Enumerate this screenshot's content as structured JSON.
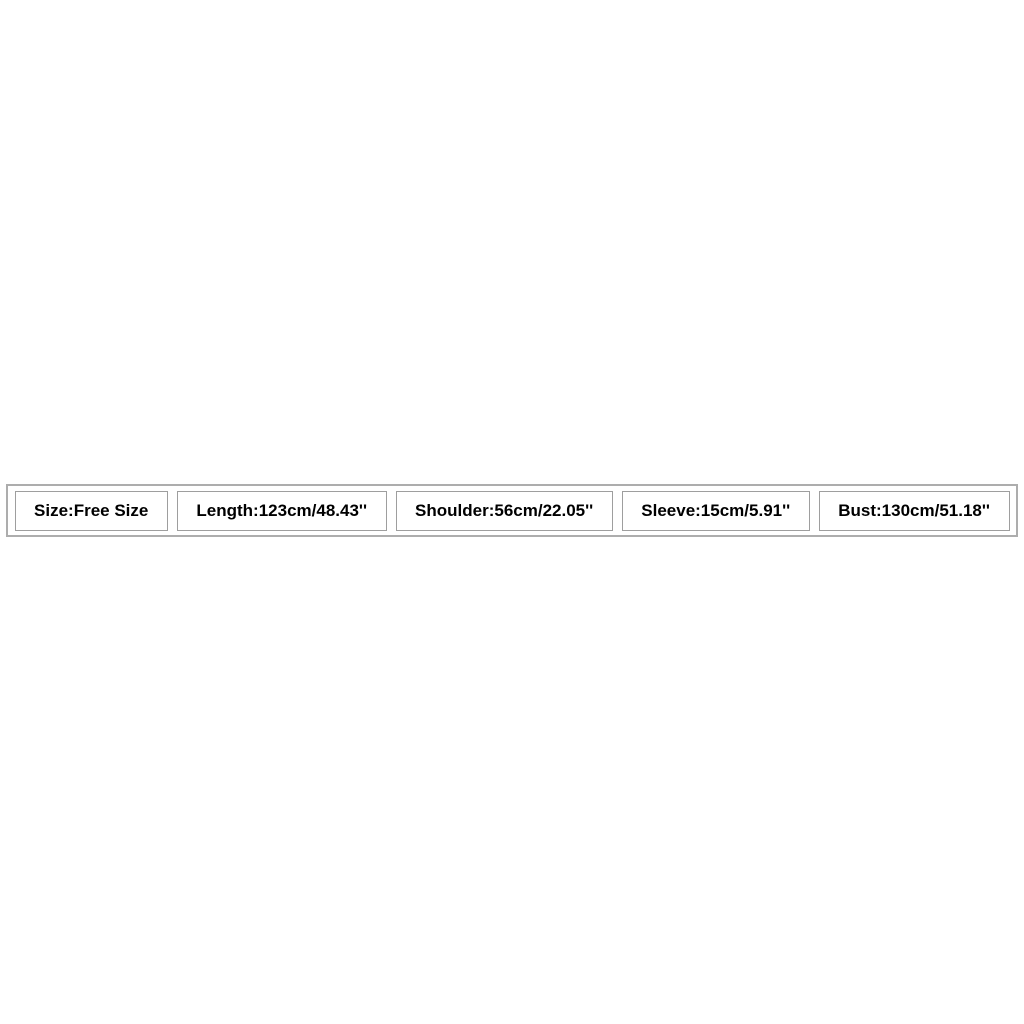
{
  "page": {
    "background_color": "#ffffff"
  },
  "size_table": {
    "text_color": "#000000",
    "outer_border_color": "#adadad",
    "cell_border_color": "#9e9e9e",
    "cells": [
      {
        "label": "Size:Free Size"
      },
      {
        "label": "Length:123cm/48.43''"
      },
      {
        "label": "Shoulder:56cm/22.05''"
      },
      {
        "label": "Sleeve:15cm/5.91''"
      },
      {
        "label": "Bust:130cm/51.18''"
      }
    ]
  }
}
